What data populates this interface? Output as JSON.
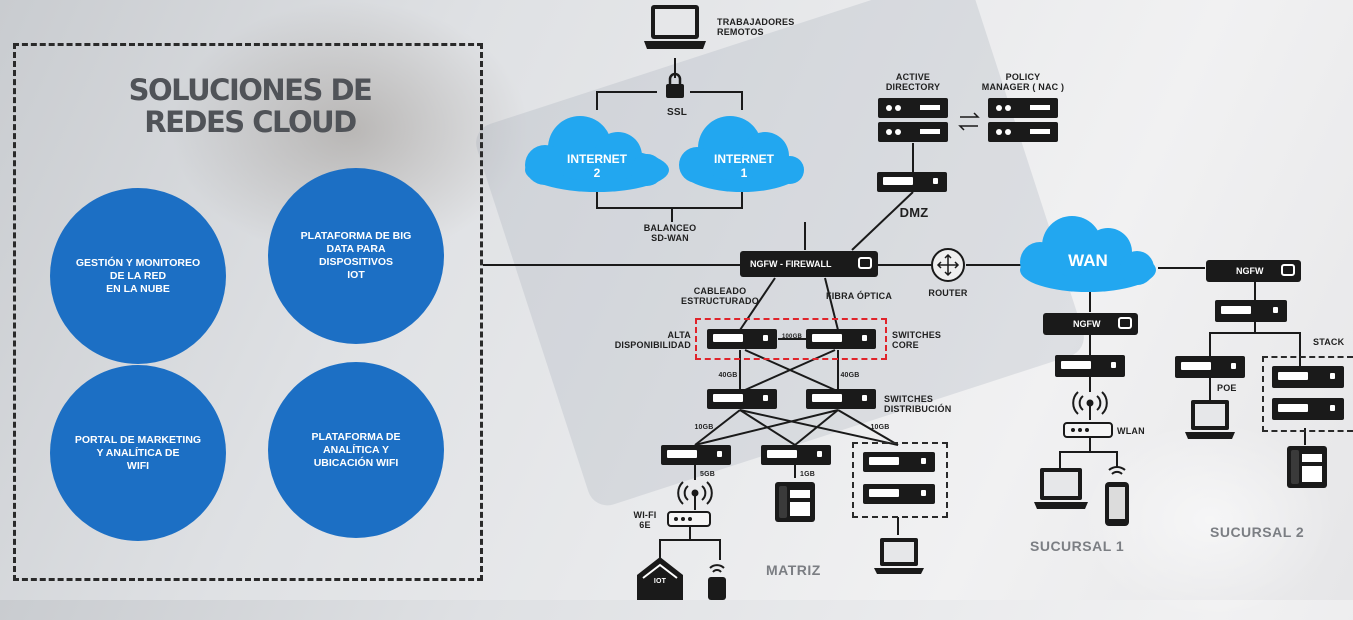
{
  "left_panel": {
    "title": "SOLUCIONES DE\nREDES CLOUD",
    "circles": [
      "GESTIÓN Y MONITOREO\nDE LA RED\nEN LA NUBE",
      "PLATAFORMA DE BIG\nDATA PARA\nDISPOSITIVOS\nIOT",
      "PORTAL DE MARKETING\nY ANALÍTICA DE\nWIFI",
      "PLATAFORMA DE\nANALÍTICA Y\nUBICACIÓN WIFI"
    ]
  },
  "diagram": {
    "remote_workers": "TRABAJADORES\nREMOTOS",
    "ssl": "SSL",
    "internet2": "INTERNET\n2",
    "internet1": "INTERNET\n1",
    "balanceo": "BALANCEO\nSD-WAN",
    "active_directory": "ACTIVE\nDIRECTORY",
    "policy_manager": "POLICY\nMANAGER ( NAC )",
    "dmz": "DMZ",
    "firewall": "NGFW - FIREWALL",
    "router": "ROUTER",
    "wan": "WAN",
    "cableado": "CABLEADO\nESTRUCTURADO",
    "fibra": "FIBRA ÓPTICA",
    "alta_disp": "ALTA\nDISPONIBILIDAD",
    "link_100gb": "100GB",
    "switches_core": "SWITCHES\nCORE",
    "link_40gb_left": "40GB",
    "link_40gb_right": "40GB",
    "switches_dist": "SWITCHES\nDISTRIBUCIÓN",
    "link_10gb_left": "10GB",
    "link_10gb_right": "10GB",
    "link_5gb": "5GB",
    "link_1gb": "1GB",
    "wifi6e": "WI-FI\n6E",
    "iot": "IOT",
    "matriz": "MATRIZ",
    "ngfw": "NGFW",
    "wlan": "WLAN",
    "sucursal1": "SUCURSAL 1",
    "poe": "POE",
    "stack": "STACK",
    "sucursal2": "SUCURSAL 2"
  },
  "colors": {
    "accent_blue": "#1c6fc4",
    "cloud_blue": "#22a7f0",
    "red_dash": "#e0242b"
  }
}
